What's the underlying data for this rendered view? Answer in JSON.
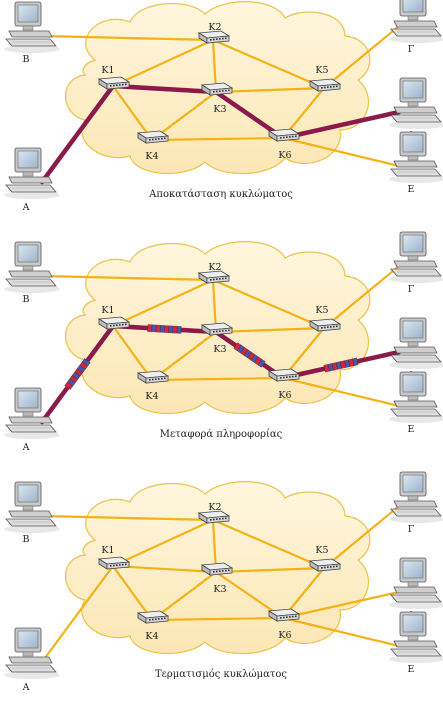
{
  "panels": [
    {
      "caption": "Αποκατάσταση κυκλώματος",
      "mode": "circuit"
    },
    {
      "caption": "Μεταφορά πληροφορίας",
      "mode": "transfer"
    },
    {
      "caption": "Τερματισμός κυκλώματος",
      "mode": "none"
    }
  ],
  "switches": [
    {
      "id": "K1",
      "label": "K1"
    },
    {
      "id": "K2",
      "label": "K2"
    },
    {
      "id": "K3",
      "label": "K3"
    },
    {
      "id": "K4",
      "label": "K4"
    },
    {
      "id": "K5",
      "label": "K5"
    },
    {
      "id": "K6",
      "label": "K6"
    }
  ],
  "terminals": [
    {
      "id": "B",
      "label": "Β"
    },
    {
      "id": "A",
      "label": "Α"
    },
    {
      "id": "G",
      "label": "Γ"
    },
    {
      "id": "D",
      "label": "Δ"
    },
    {
      "id": "E",
      "label": "Ε"
    }
  ],
  "links": [
    [
      "B",
      "K2"
    ],
    [
      "K1",
      "K2"
    ],
    [
      "K2",
      "K5"
    ],
    [
      "K2",
      "K3"
    ],
    [
      "K1",
      "K3"
    ],
    [
      "K1",
      "K4"
    ],
    [
      "K4",
      "K3"
    ],
    [
      "K4",
      "K6"
    ],
    [
      "K3",
      "K5"
    ],
    [
      "K5",
      "K6"
    ],
    [
      "K3",
      "K6"
    ],
    [
      "K1",
      "A"
    ],
    [
      "K5",
      "G"
    ],
    [
      "K6",
      "D"
    ],
    [
      "K6",
      "E"
    ]
  ],
  "path": [
    [
      "A",
      "K1"
    ],
    [
      "K1",
      "K3"
    ],
    [
      "K3",
      "K6"
    ],
    [
      "K6",
      "D"
    ]
  ],
  "colors": {
    "link": "#F5B217",
    "path": "#8B1A4A",
    "cloud_fill": "#FDF0CE",
    "cloud_stroke": "#EDC24A",
    "packet_red": "#D0283A",
    "packet_blue": "#3D5BA9"
  }
}
